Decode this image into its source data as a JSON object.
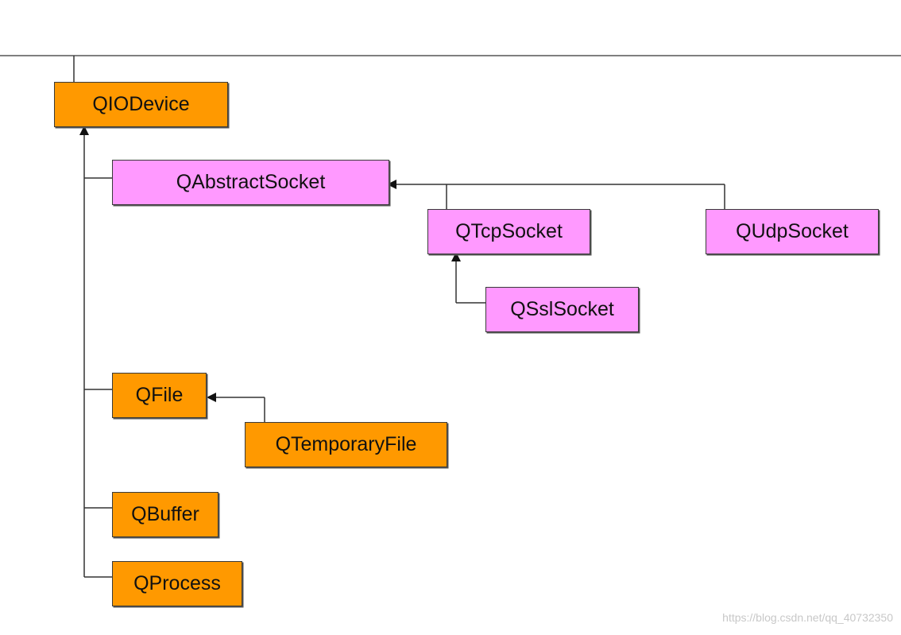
{
  "diagram": {
    "colors": {
      "qiodevice_family": "#ff9900",
      "socket_family": "#ff99ff",
      "border": "#3a3a3a",
      "line": "#333333"
    },
    "nodes": {
      "qiodevice": "QIODevice",
      "qabstractsocket": "QAbstractSocket",
      "qtcpsocket": "QTcpSocket",
      "qudpsocket": "QUdpSocket",
      "qsslsocket": "QSslSocket",
      "qfile": "QFile",
      "qtemporaryfile": "QTemporaryFile",
      "qbuffer": "QBuffer",
      "qprocess": "QProcess"
    },
    "edges": [
      {
        "from": "QAbstractSocket",
        "to": "QIODevice"
      },
      {
        "from": "QFile",
        "to": "QIODevice"
      },
      {
        "from": "QBuffer",
        "to": "QIODevice"
      },
      {
        "from": "QProcess",
        "to": "QIODevice"
      },
      {
        "from": "QTcpSocket",
        "to": "QAbstractSocket"
      },
      {
        "from": "QUdpSocket",
        "to": "QAbstractSocket"
      },
      {
        "from": "QSslSocket",
        "to": "QTcpSocket"
      },
      {
        "from": "QTemporaryFile",
        "to": "QFile"
      }
    ]
  },
  "watermark": "https://blog.csdn.net/qq_40732350"
}
